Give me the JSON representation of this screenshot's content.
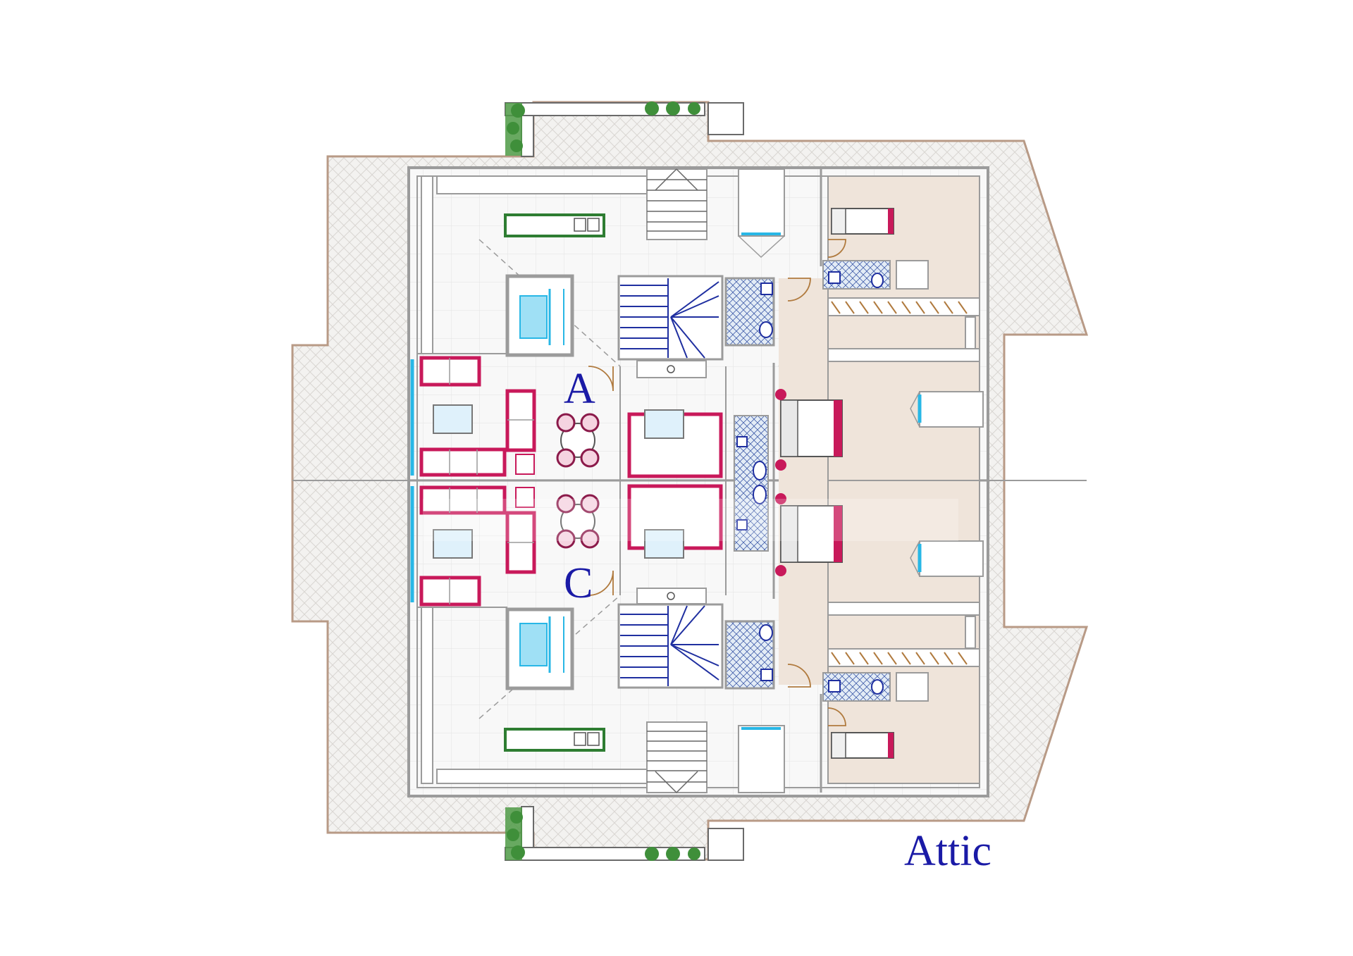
{
  "plan": {
    "labels": {
      "unit_a": "A",
      "unit_c": "C",
      "floor": "Attic"
    },
    "colors": {
      "terrace_fill": "#f2f1ef",
      "terrace_edge": "#b89a86",
      "interior_floor": "#f7f7f7",
      "room_shaded": "#efe4da",
      "wall": "#9b9b9b",
      "planter_green": "#3f8f3a",
      "sofa_magenta": "#c8195a",
      "fixture_blue": "#1f2fa0",
      "bath_tile": "#c9d8ea",
      "accent_cyan": "#28b7e6",
      "label_blue": "#1a1aa6"
    },
    "icons": [
      "stair-icon",
      "sofa-icon",
      "table-icon",
      "bed-icon",
      "toilet-icon",
      "sink-icon",
      "shower-icon",
      "kitchen-counter-icon",
      "planter-icon",
      "door-swing-icon"
    ]
  }
}
